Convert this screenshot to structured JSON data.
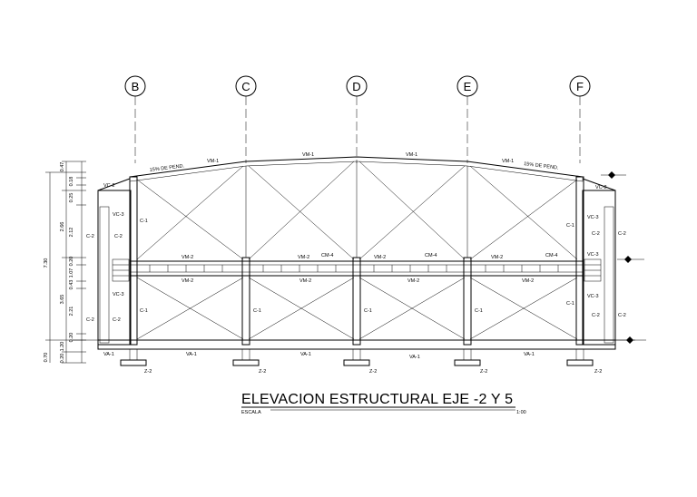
{
  "axes": [
    "B",
    "C",
    "D",
    "E",
    "F"
  ],
  "title": "ELEVACION ESTRUCTURAL EJE -2 Y 5",
  "scale_label": "ESCALA",
  "scale_value": "1:00",
  "labels": {
    "slope_left": "15% DE PEND.",
    "slope_right": "15% DE PEND.",
    "vm1": "VM-1",
    "vm2": "VM-2",
    "cm4": "CM-4",
    "c1": "C-1",
    "c2": "C-2",
    "vc2": "VC-2",
    "vc3": "VC-3",
    "va1": "VA-1",
    "z2": "Z-2"
  },
  "dimensions": {
    "overall": "7.30",
    "d047": "0.47",
    "d018": "0.18",
    "d025": "0.25",
    "d266": "2.66",
    "d212": "2.12",
    "d020a": "0.20",
    "d107": "1.07",
    "d043": "0.43",
    "d365": "3.65",
    "d221": "2.21",
    "d020b": "0.20",
    "d120": "1.20",
    "d070": "0.70",
    "d020c": "0.20"
  }
}
